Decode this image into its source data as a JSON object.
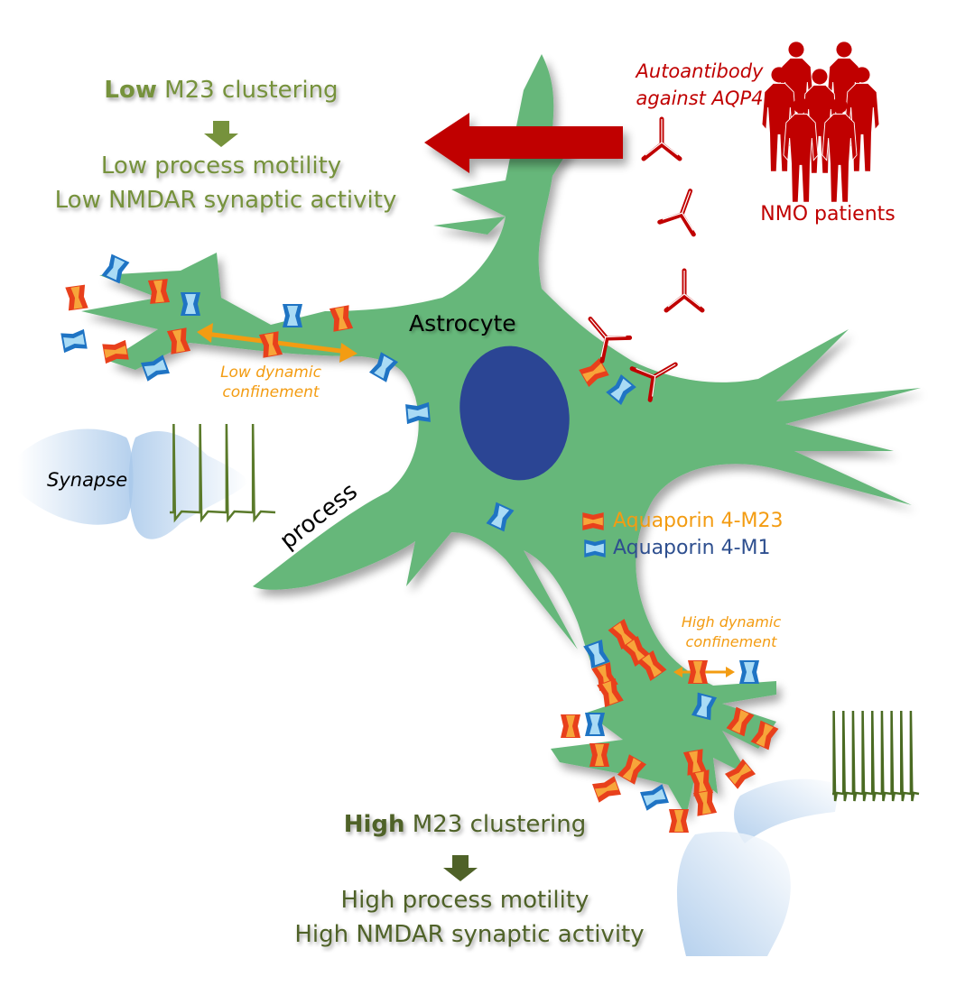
{
  "figure": {
    "low_condition": {
      "emphasis": "Low",
      "line1_rest": " M23 clustering",
      "line2": "Low process motility",
      "line3": "Low NMDAR synaptic activity"
    },
    "high_condition": {
      "emphasis": "High",
      "line1_rest": " M23 clustering",
      "line2": "High process motility",
      "line3": "High NMDAR synaptic activity"
    },
    "autoantibody_label_line1": "Autoantibody",
    "autoantibody_label_line2": "against AQP4",
    "patients_label": "NMO patients",
    "cell_label": "Astrocyte",
    "process_label": "process",
    "synapse_label": "Synapse",
    "low_confinement_line1": "Low dynamic",
    "low_confinement_line2": "confinement",
    "high_confinement_line1": "High dynamic",
    "high_confinement_line2": "confinement",
    "legend": [
      {
        "icon": "aquaporin-m23-icon",
        "label": "Aquaporin 4-M23"
      },
      {
        "icon": "aquaporin-m1-icon",
        "label": "Aquaporin 4-M1"
      }
    ],
    "colors": {
      "astrocyte": "#66b77a",
      "nucleus": "#2b4594",
      "antibody": "#c00000",
      "m23_outer": "#e8401c",
      "m23_inner": "#f7a53a",
      "m1_outer": "#1f74c4",
      "m1_inner": "#a9dbf5",
      "low_text": "#76923c",
      "high_text": "#4f6228",
      "spike_trace": "#5a7a2a",
      "synapse": "#b7d3ee"
    },
    "spike_trains": {
      "low_spike_count": 4,
      "high_spike_count": 9
    }
  }
}
